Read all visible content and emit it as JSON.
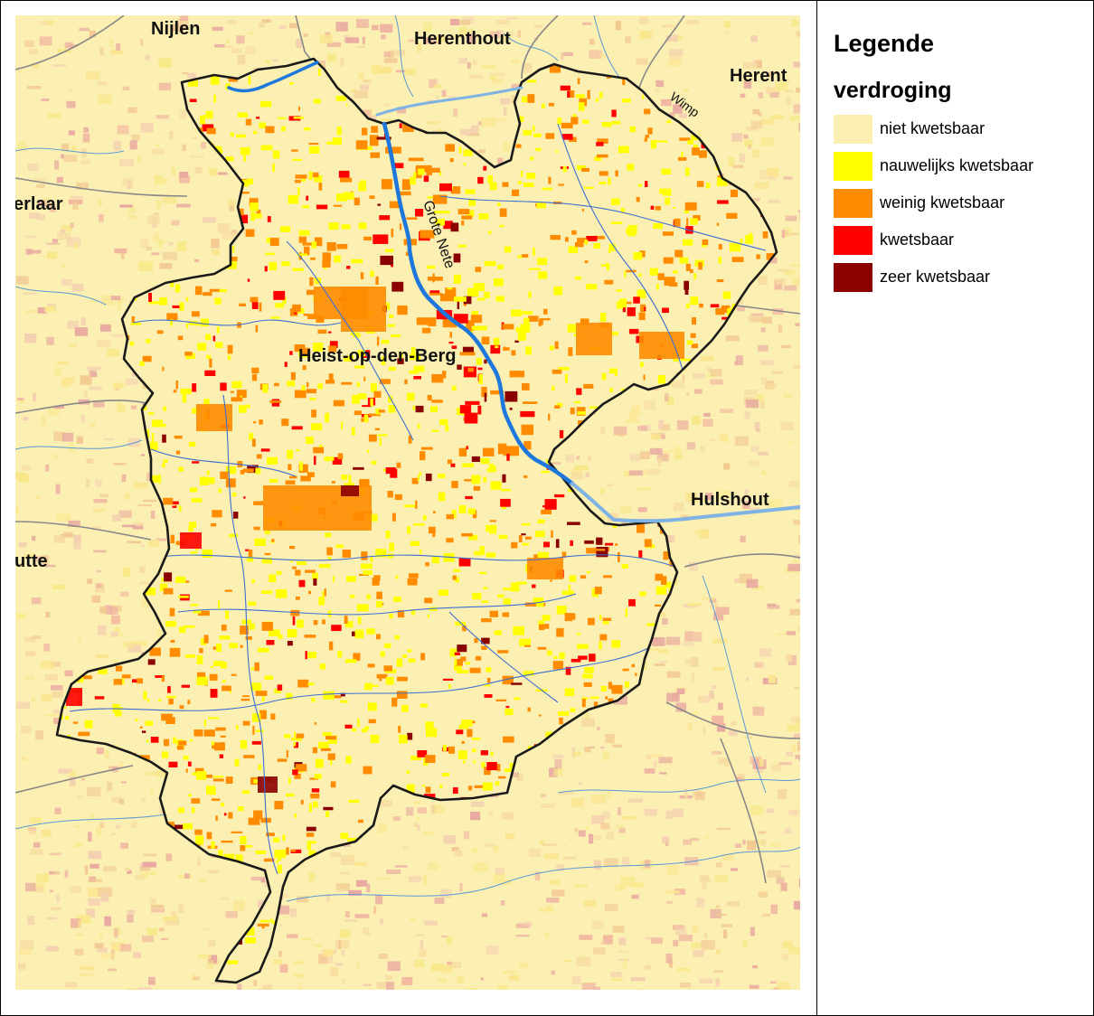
{
  "legend": {
    "title": "Legende",
    "subtitle": "verdroging",
    "items": [
      {
        "label": "niet kwetsbaar",
        "color": "#FBEFB2"
      },
      {
        "label": "nauwelijks kwetsbaar",
        "color": "#FFFF00"
      },
      {
        "label": "weinig kwetsbaar",
        "color": "#FF8C00"
      },
      {
        "label": "kwetsbaar",
        "color": "#FF0000"
      },
      {
        "label": "zeer kwetsbaar",
        "color": "#8B0000"
      }
    ]
  },
  "map": {
    "places": {
      "nijlen": "Nijlen",
      "herenthout": "Herenthout",
      "herent": "Herent",
      "berlaar": "erlaar",
      "heist": "Heist-op-den-Berg",
      "hulshout": "Hulshout",
      "putte": "utte"
    },
    "waterways": {
      "grote_nete": "Grote Nete",
      "wimp": "Wimp"
    },
    "colors": {
      "background": "#FBEFB2",
      "outside_fill": "#FBEFB2",
      "boundary": "#1a1a1a",
      "river": "#1E78DC",
      "river_outside": "#7FB3E6",
      "stream": "#3C6ED2"
    }
  }
}
